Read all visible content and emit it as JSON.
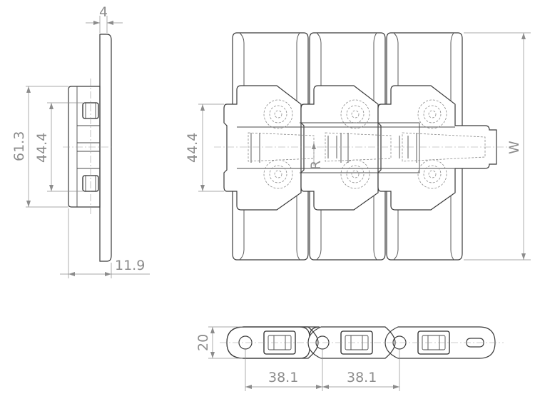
{
  "dimensions": {
    "side_thickness": "4",
    "side_outer_height": "61.3",
    "side_inner_height": "44.4",
    "side_width": "11.9",
    "top_inner_height": "44.4",
    "top_radius": "R",
    "top_width": "W",
    "bottom_height": "20",
    "pitch_1": "38.1",
    "pitch_2": "38.1"
  },
  "colors": {
    "line": "#3a3a3a",
    "dimension": "#8c8c8c",
    "background": "#ffffff"
  }
}
